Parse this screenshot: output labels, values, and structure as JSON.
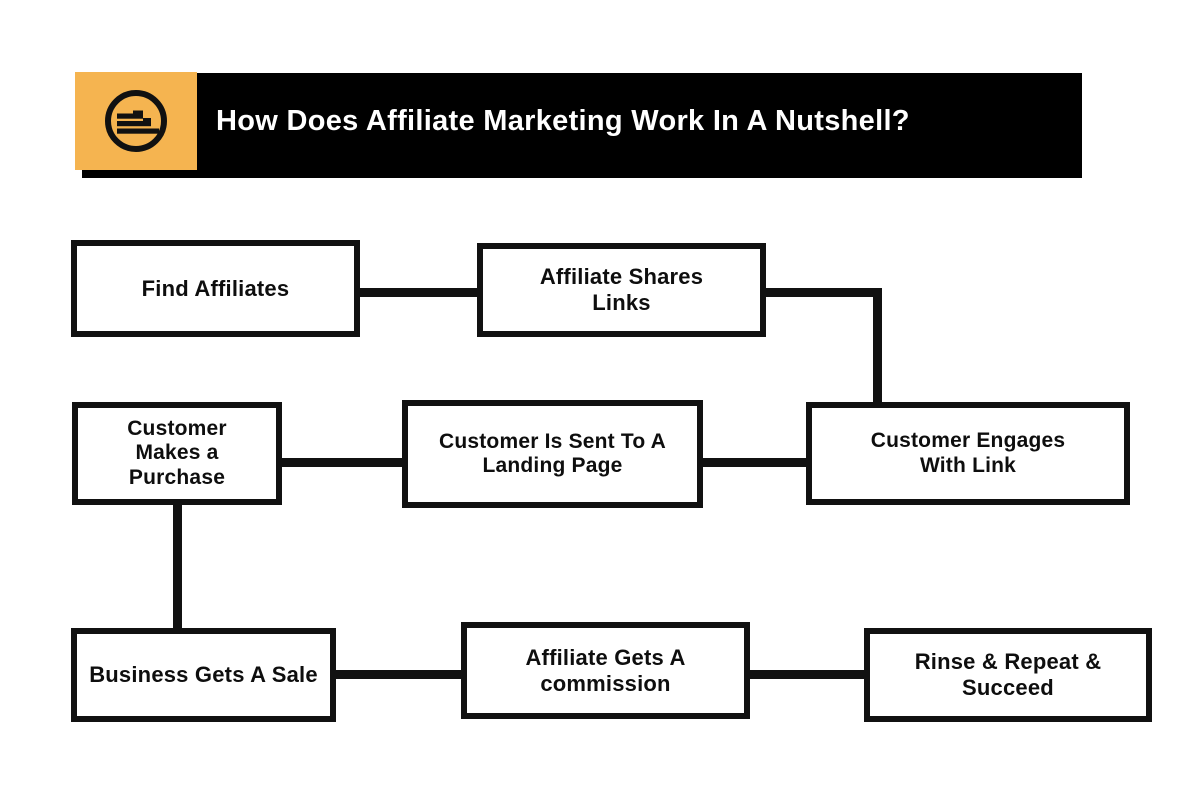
{
  "header": {
    "title": "How Does Affiliate Marketing Work In A Nutshell?",
    "logo_icon": "circle-stairs-logo-icon",
    "accent_color": "#F5B450",
    "bar_color": "#000000",
    "title_color": "#FFFFFF"
  },
  "diagram": {
    "line_color": "#111111",
    "box_border_color": "#111111",
    "box_fill_color": "#FFFFFF",
    "text_color": "#0E0E0E",
    "nodes": [
      {
        "id": "find-affiliates",
        "label": "Find Affiliates",
        "row": 1,
        "font_size": 22
      },
      {
        "id": "affiliate-shares",
        "label": "Affiliate Shares Links",
        "row": 1,
        "font_size": 22
      },
      {
        "id": "customer-purchase",
        "label": "Customer Makes a Purchase",
        "row": 2,
        "font_size": 21
      },
      {
        "id": "customer-landing",
        "label": "Customer Is Sent To A Landing Page",
        "row": 2,
        "font_size": 21
      },
      {
        "id": "customer-engages",
        "label": "Customer Engages With Link",
        "row": 2,
        "font_size": 21
      },
      {
        "id": "business-sale",
        "label": "Business Gets A Sale",
        "row": 3,
        "font_size": 22
      },
      {
        "id": "affiliate-commission",
        "label": "Affiliate Gets A commission",
        "row": 3,
        "font_size": 22
      },
      {
        "id": "rinse-repeat",
        "label": "Rinse & Repeat & Succeed",
        "row": 3,
        "font_size": 22
      }
    ],
    "connections": [
      {
        "from": "find-affiliates",
        "to": "affiliate-shares",
        "kind": "horizontal"
      },
      {
        "from": "affiliate-shares",
        "to": "customer-engages",
        "kind": "right-down"
      },
      {
        "from": "customer-engages",
        "to": "customer-landing",
        "kind": "horizontal"
      },
      {
        "from": "customer-landing",
        "to": "customer-purchase",
        "kind": "horizontal"
      },
      {
        "from": "customer-purchase",
        "to": "business-sale",
        "kind": "vertical"
      },
      {
        "from": "business-sale",
        "to": "affiliate-commission",
        "kind": "horizontal"
      },
      {
        "from": "affiliate-commission",
        "to": "rinse-repeat",
        "kind": "horizontal"
      }
    ]
  }
}
